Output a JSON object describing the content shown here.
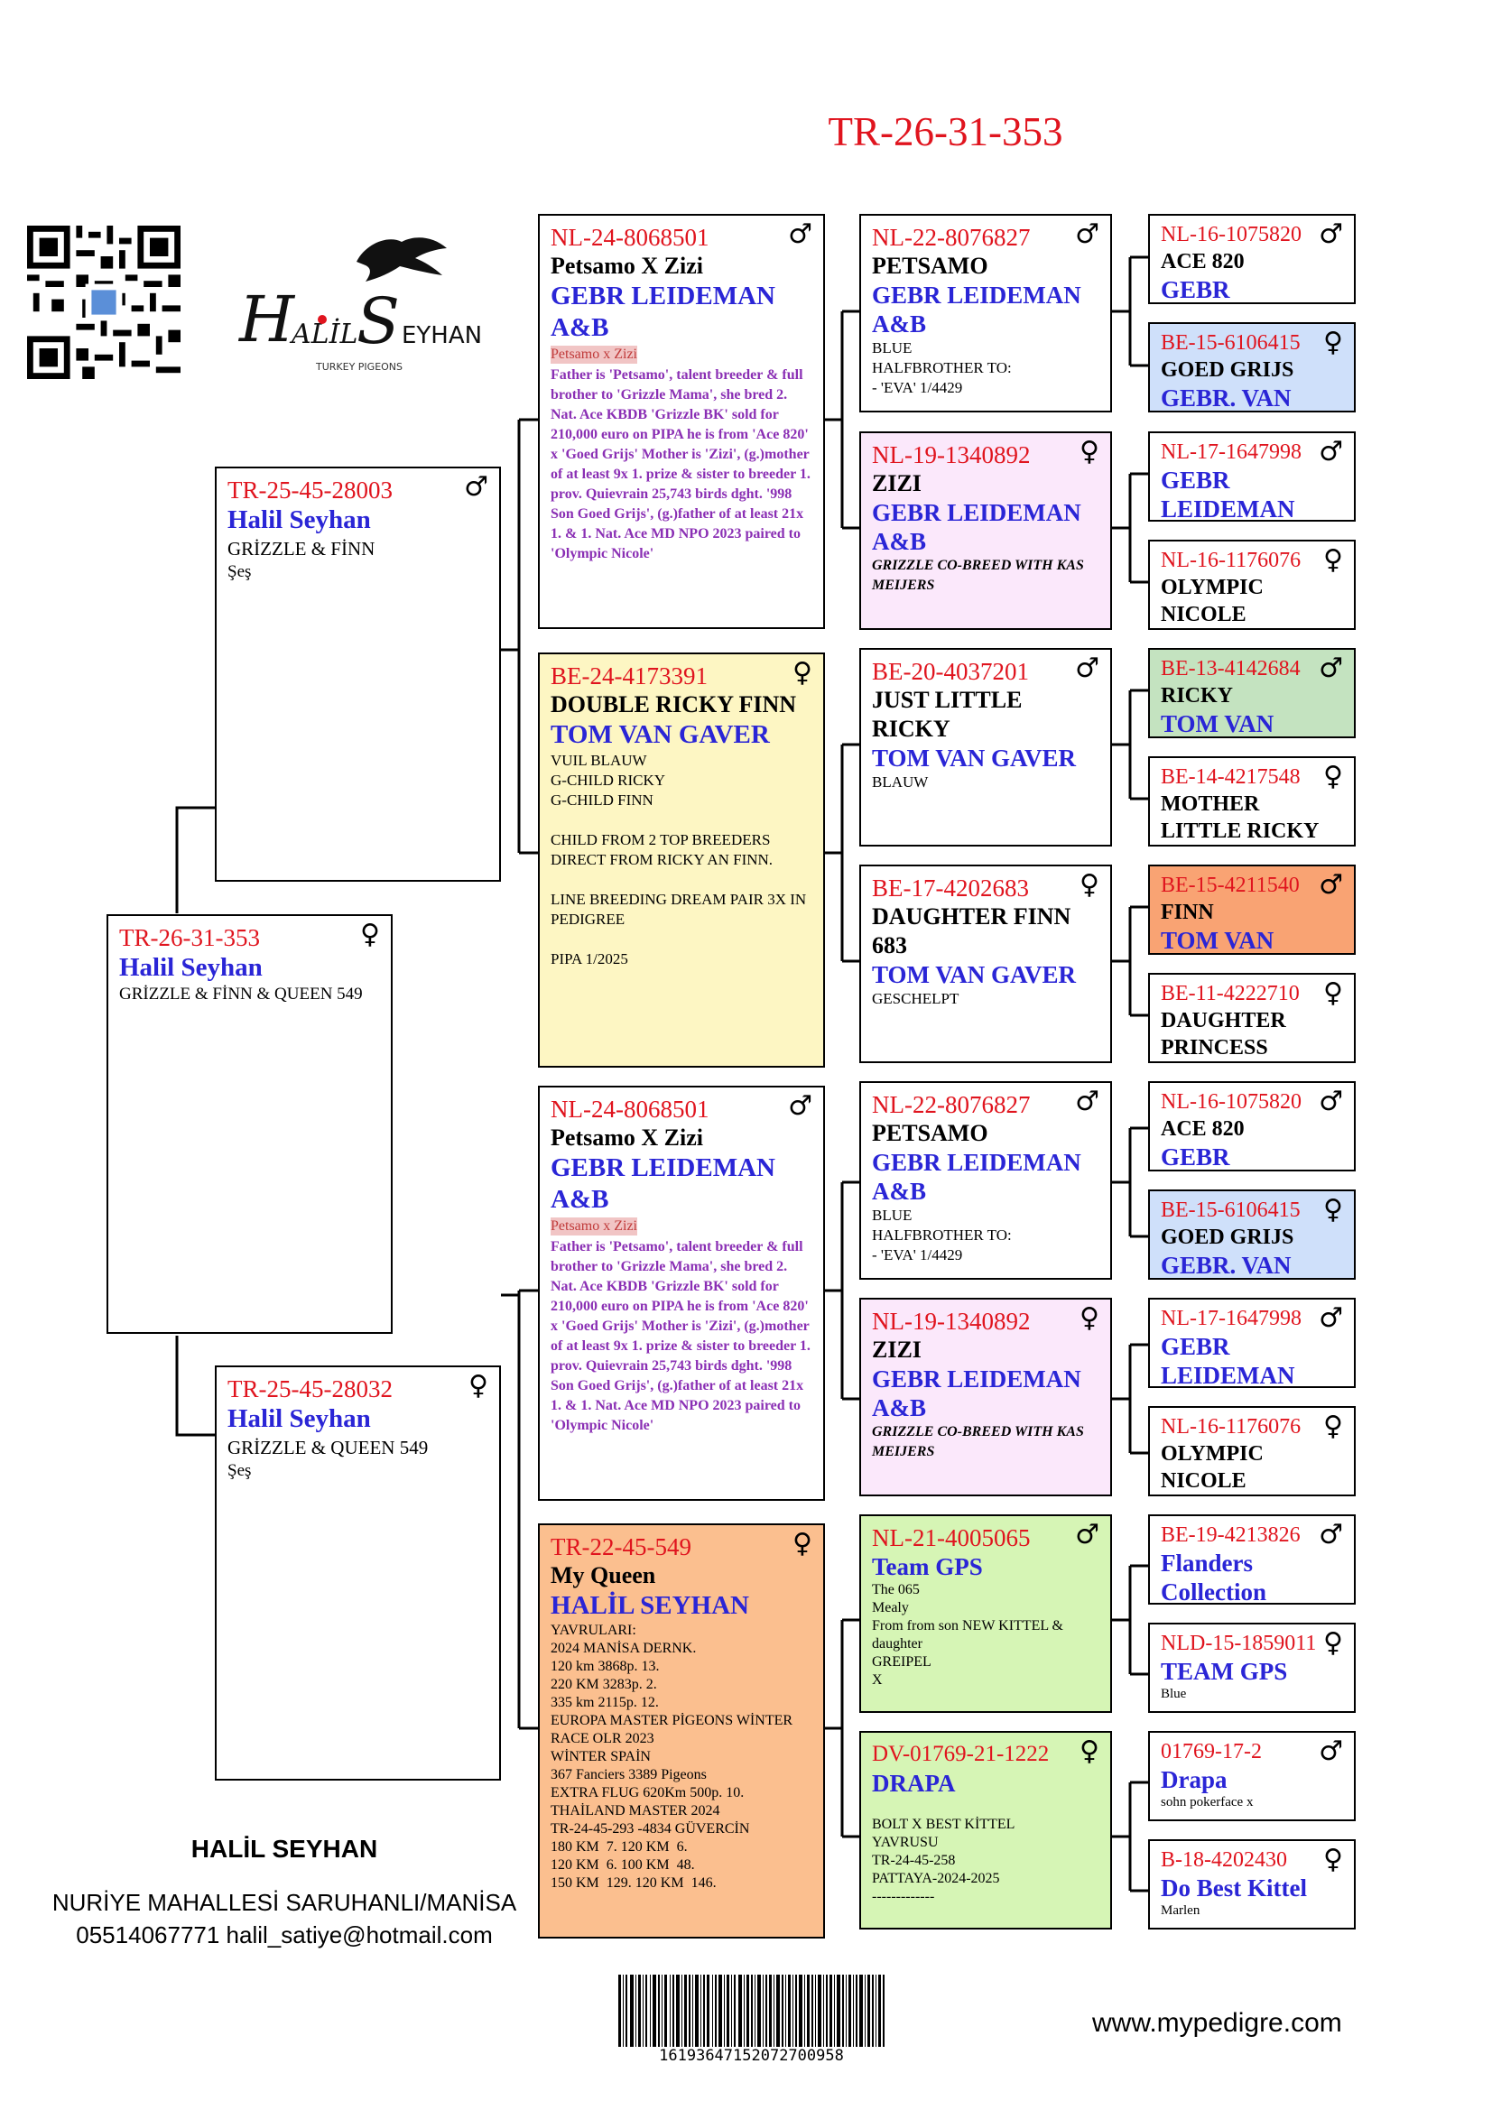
{
  "page_title": "TR-26-31-353",
  "logo": {
    "brand": "HALİL SEYHAN",
    "sub": "TURKEY PIGEONS"
  },
  "footer": {
    "name": "HALİL SEYHAN",
    "address": "NURİYE MAHALLESİ SARUHANLI/MANİSA",
    "contact": "05514067771 halil_satiye@hotmail.com",
    "barcode": "16193647152072700958",
    "website": "www.mypedigre.com"
  },
  "colors": {
    "ring": "#e0141e",
    "owner": "#2a25d6",
    "note": "#8a2fb4"
  },
  "subject": {
    "ring": "TR-26-31-353",
    "sex": "♀",
    "owner": "Halil Seyhan",
    "color": "GRİZZLE & FİNN & QUEEN 549"
  },
  "sire": {
    "ring": "TR-25-45-28003",
    "sex": "♂",
    "owner": "Halil Seyhan",
    "color": "GRİZZLE & FİNN",
    "extra": "Şeş"
  },
  "dam": {
    "ring": "TR-25-45-28032",
    "sex": "♀",
    "owner": "Halil Seyhan",
    "color": "GRİZZLE & QUEEN 549",
    "extra": "Şeş"
  },
  "ss": {
    "ring": "NL-24-8068501",
    "sex": "♂",
    "name": "Petsamo X Zizi",
    "owner": "GEBR LEIDEMAN A&B",
    "tag": "Petsamo x Zizi",
    "note": "Father is 'Petsamo', talent breeder & full brother to 'Grizzle Mama', she bred 2. Nat. Ace KBDB 'Grizzle BK' sold for 210,000 euro on PIPA he is from 'Ace 820' x 'Goed Grijs' Mother is 'Zizi', (g.)mother of at least 9x 1. prize & sister to breeder 1. prov. Quievrain 25,743 birds dght. '998 Son Goed Grijs', (g.)father of at least 21x 1. & 1. Nat. Ace MD NPO 2023 paired to 'Olympic Nicole'"
  },
  "sd": {
    "ring": "BE-24-4173391",
    "sex": "♀",
    "name": "DOUBLE RICKY FINN",
    "owner": "TOM VAN GAVER",
    "note": "VUIL BLAUW\nG-CHILD RICKY\nG-CHILD FINN\n\nCHILD FROM 2 TOP BREEDERS DIRECT FROM RICKY AN FINN.\n\nLINE BREEDING DREAM PAIR 3X IN PEDIGREE\n\nPIPA 1/2025"
  },
  "ds": {
    "ring": "NL-24-8068501",
    "sex": "♂",
    "name": "Petsamo X Zizi",
    "owner": "GEBR LEIDEMAN A&B",
    "tag": "Petsamo x Zizi",
    "note": "Father is 'Petsamo', talent breeder & full brother to 'Grizzle Mama', she bred 2. Nat. Ace KBDB 'Grizzle BK' sold for 210,000 euro on PIPA he is from 'Ace 820' x 'Goed Grijs' Mother is 'Zizi', (g.)mother of at least 9x 1. prize & sister to breeder 1. prov. Quievrain 25,743 birds dght. '998 Son Goed Grijs', (g.)father of at least 21x 1. & 1. Nat. Ace MD NPO 2023 paired to 'Olympic Nicole'"
  },
  "dd": {
    "ring": "TR-22-45-549",
    "sex": "♀",
    "name": "My Queen",
    "owner": "HALİL SEYHAN",
    "note": "YAVRULARI:\n2024 MANİSA DERNK.\n120 km 3868p. 13.\n220 KM 3283p. 2.\n335 km 2115p. 12.\nEUROPA MASTER PİGEONS WİNTER RACE OLR 2023\nWİNTER SPAİN\n367 Fanciers 3389 Pigeons\nEXTRA FLUG 620Km 500p. 10.\nTHAİLAND MASTER 2024\nTR-24-45-293 -4834 GÜVERCİN\n180 KM  7. 120 KM  6.\n120 KM  6. 100 KM  48.\n150 KM  129. 120 KM  146."
  },
  "g3": [
    {
      "ring": "NL-22-8076827",
      "sex": "♂",
      "name": "PETSAMO",
      "owner": "GEBR LEIDEMAN A&B",
      "note": "BLUE\nHALFBROTHER TO:\n- 'EVA' 1/4429"
    },
    {
      "ring": "NL-19-1340892",
      "sex": "♀",
      "name": "ZIZI",
      "owner": "GEBR LEIDEMAN A&B",
      "note": "GRIZZLE CO-BREED WITH KAS MEIJERS"
    },
    {
      "ring": "BE-20-4037201",
      "sex": "♂",
      "name": "JUST LITTLE RICKY",
      "owner": "TOM VAN GAVER",
      "note": "BLAUW"
    },
    {
      "ring": "BE-17-4202683",
      "sex": "♀",
      "name": "DAUGHTER FINN 683",
      "owner": "TOM VAN GAVER",
      "note": "GESCHELPT"
    },
    {
      "ring": "NL-22-8076827",
      "sex": "♂",
      "name": "PETSAMO",
      "owner": "GEBR LEIDEMAN A&B",
      "note": "BLUE\nHALFBROTHER TO:\n- 'EVA' 1/4429"
    },
    {
      "ring": "NL-19-1340892",
      "sex": "♀",
      "name": "ZIZI",
      "owner": "GEBR LEIDEMAN A&B",
      "note": "GRIZZLE CO-BREED WITH KAS MEIJERS"
    },
    {
      "ring": "NL-21-4005065",
      "sex": "♂",
      "name": "",
      "owner": "Team GPS",
      "note": "The 065\nMealy\nFrom from son NEW KITTEL & daughter\nGREIPEL\nX"
    },
    {
      "ring": "DV-01769-21-1222",
      "sex": "♀",
      "name": "",
      "owner": "DRAPA",
      "note": "\nBOLT X BEST KİTTEL\nYAVRUSU\nTR-24-45-258\nPATTAYA-2024-2025\n-------------"
    }
  ],
  "g4": [
    {
      "ring": "NL-16-1075820",
      "sex": "♂",
      "name": "ACE 820",
      "owner": "GEBR",
      "note": ""
    },
    {
      "ring": "BE-15-6106415",
      "sex": "♀",
      "name": "GOED GRIJS",
      "owner": "GEBR. VAN",
      "note": ""
    },
    {
      "ring": "NL-17-1647998",
      "sex": "♂",
      "name": "",
      "owner": "GEBR LEIDEMAN",
      "note": ""
    },
    {
      "ring": "NL-16-1176076",
      "sex": "♀",
      "name": "OLYMPIC NICOLE",
      "owner": "",
      "note": ""
    },
    {
      "ring": "BE-13-4142684",
      "sex": "♂",
      "name": "RICKY",
      "owner": "TOM VAN",
      "note": ""
    },
    {
      "ring": "BE-14-4217548",
      "sex": "♀",
      "name": "MOTHER LITTLE RICKY",
      "owner": "",
      "note": ""
    },
    {
      "ring": "BE-15-4211540",
      "sex": "♂",
      "name": "FINN",
      "owner": "TOM VAN",
      "note": ""
    },
    {
      "ring": "BE-11-4222710",
      "sex": "♀",
      "name": "DAUGHTER PRINCESS",
      "owner": "",
      "note": ""
    },
    {
      "ring": "NL-16-1075820",
      "sex": "♂",
      "name": "ACE 820",
      "owner": "GEBR",
      "note": ""
    },
    {
      "ring": "BE-15-6106415",
      "sex": "♀",
      "name": "GOED GRIJS",
      "owner": "GEBR. VAN",
      "note": ""
    },
    {
      "ring": "NL-17-1647998",
      "sex": "♂",
      "name": "",
      "owner": "GEBR LEIDEMAN",
      "note": ""
    },
    {
      "ring": "NL-16-1176076",
      "sex": "♀",
      "name": "OLYMPIC NICOLE",
      "owner": "",
      "note": ""
    },
    {
      "ring": "BE-19-4213826",
      "sex": "♂",
      "name": "",
      "owner": "Flanders Collection",
      "note": ""
    },
    {
      "ring": "NLD-15-1859011",
      "sex": "♀",
      "name": "",
      "owner": "TEAM GPS",
      "note": "Blue"
    },
    {
      "ring": "01769-17-2",
      "sex": "♂",
      "name": "",
      "owner": "Drapa",
      "note": "sohn pokerface x"
    },
    {
      "ring": "B-18-4202430",
      "sex": "♀",
      "name": "",
      "owner": "Do Best Kittel",
      "note": "Marlen"
    }
  ]
}
